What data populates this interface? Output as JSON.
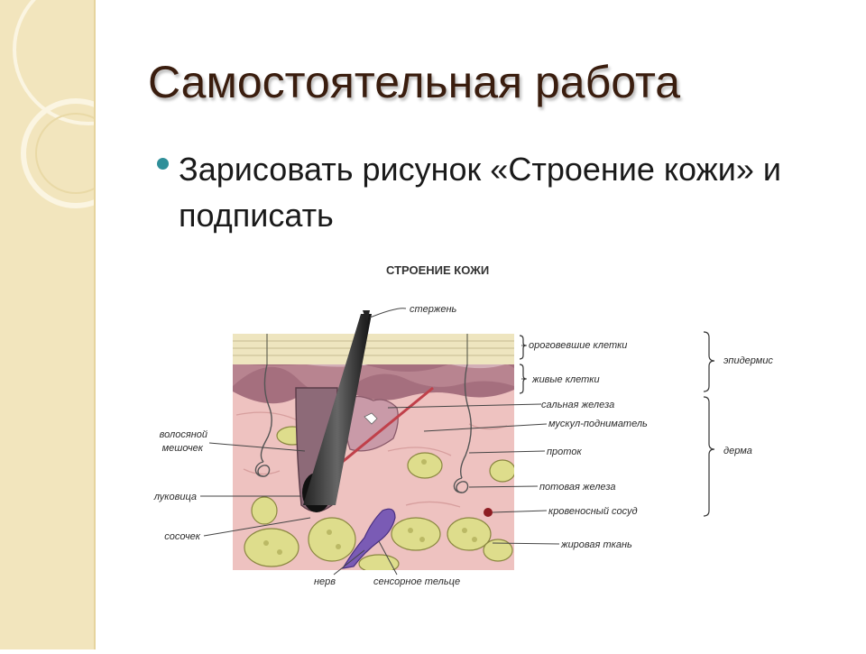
{
  "slide": {
    "title": "Самостоятельная работа",
    "bullet": "Зарисовать рисунок «Строение кожи» и подписать"
  },
  "figure": {
    "title": "СТРОЕНИЕ КОЖИ",
    "labels_right": {
      "shaft": "стержень",
      "horny_cells": "ороговевшие клетки",
      "living_cells": "живые клетки",
      "sebaceous_gland": "сальная железа",
      "erector_muscle": "мускул-подниматель",
      "duct": "проток",
      "sweat_gland": "потовая железа",
      "blood_vessel": "кровеносный сосуд",
      "fat_tissue": "жировая ткань"
    },
    "labels_left": {
      "hair_follicle_line1": "волосяной",
      "hair_follicle_line2": "мешочек",
      "hair_bulb": "луковица",
      "papilla": "сосочек"
    },
    "labels_bottom": {
      "nerve": "нерв",
      "sensory_body": "сенсорное тельце"
    },
    "groups": {
      "epidermis": "эпидермис",
      "dermis": "дерма"
    }
  },
  "colors": {
    "strip": "#f2e5bd",
    "bullet": "#2f8f99",
    "title": "#3a1d0e",
    "dermis": "#eec2c0",
    "epidermis_living": "#a56f7e",
    "horny_layer": "#eee5bf",
    "fat": "#dedd8c",
    "nerve_body": "#7a5bb5"
  }
}
